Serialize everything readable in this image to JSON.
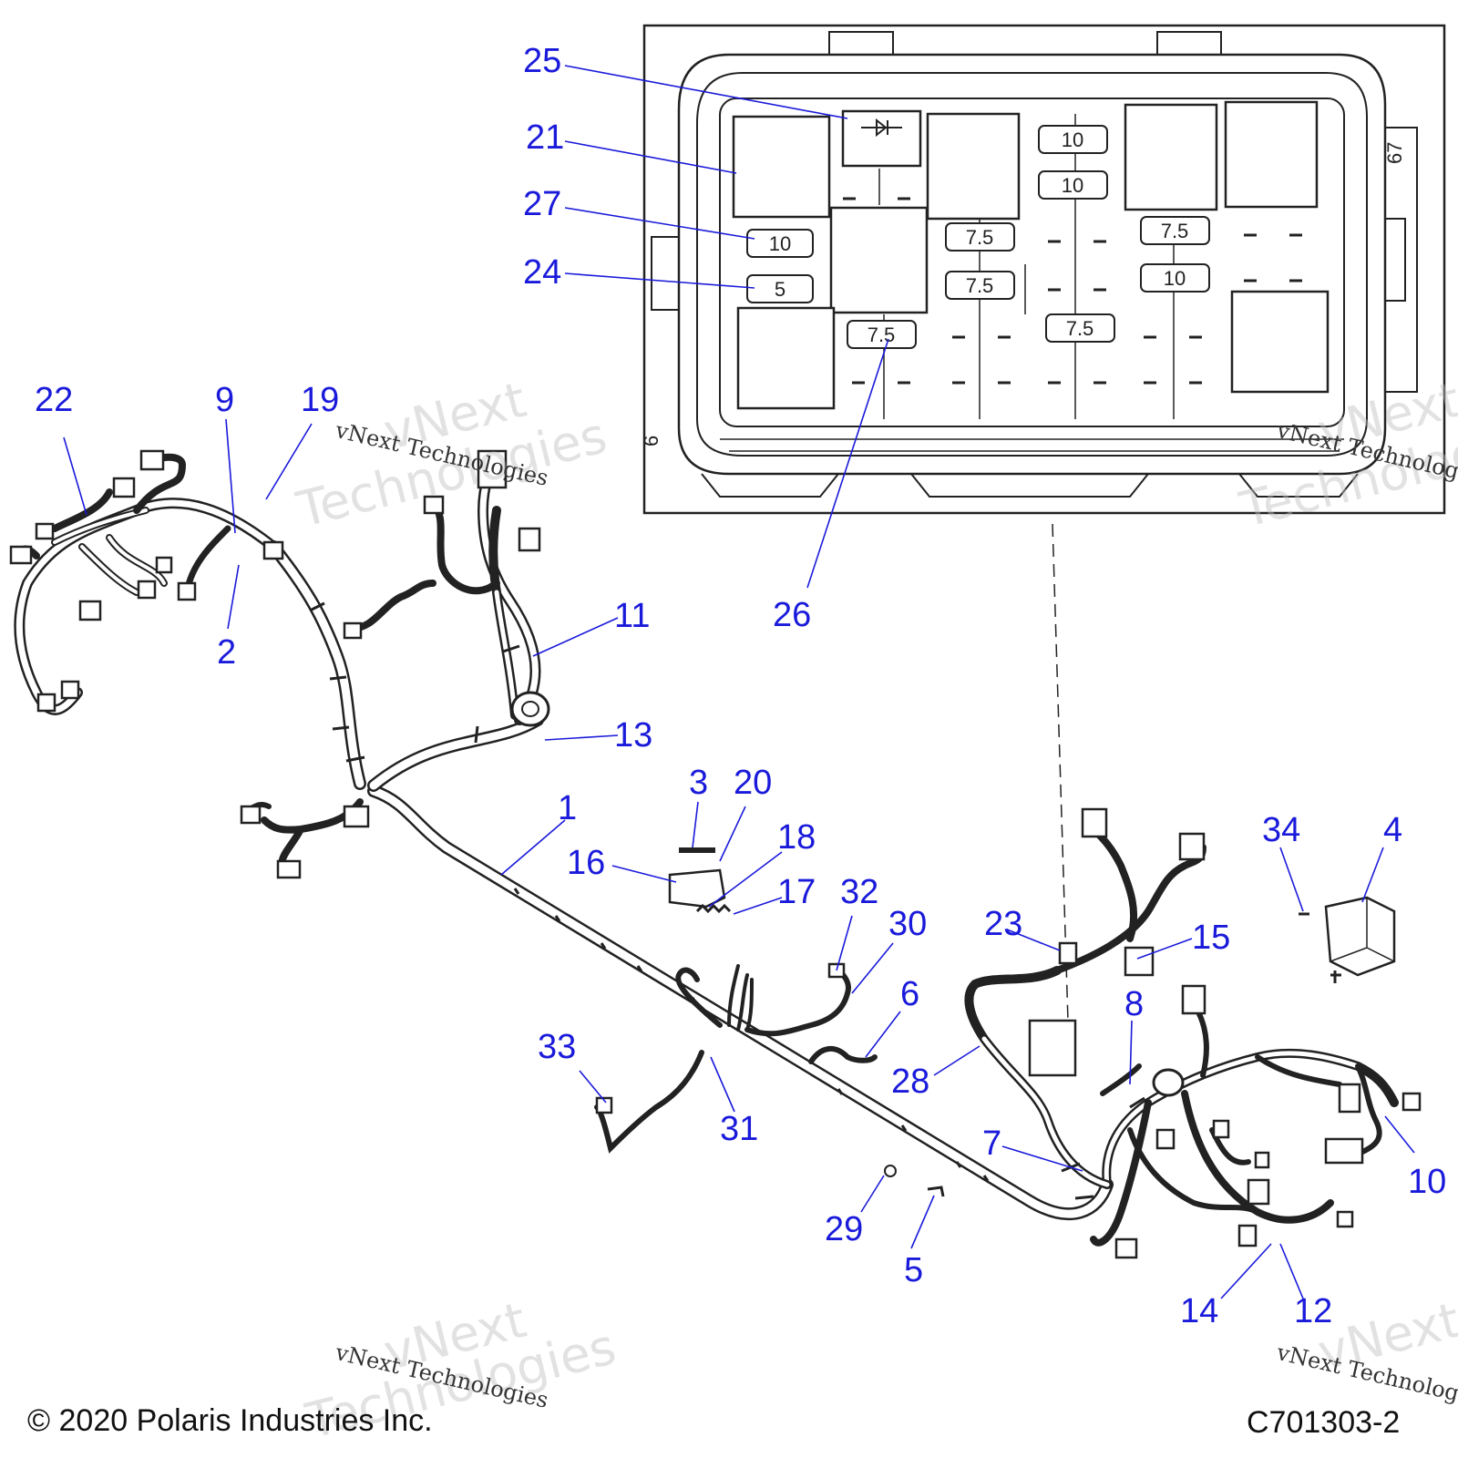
{
  "callouts": {
    "c25": "25",
    "c21": "21",
    "c27": "27",
    "c24": "24",
    "c26": "26",
    "c22": "22",
    "c9": "9",
    "c19": "19",
    "c2": "2",
    "c11": "11",
    "c13": "13",
    "c1": "1",
    "c3": "3",
    "c20": "20",
    "c16": "16",
    "c18": "18",
    "c17": "17",
    "c32": "32",
    "c30": "30",
    "c23": "23",
    "c15": "15",
    "c34": "34",
    "c4": "4",
    "c6": "6",
    "c8": "8",
    "c28": "28",
    "c33": "33",
    "c31": "31",
    "c7": "7",
    "c10": "10",
    "c29": "29",
    "c5": "5",
    "c14": "14",
    "c12": "12"
  },
  "fuse_box": {
    "fuses": [
      "10",
      "10",
      "10",
      "5",
      "7.5",
      "7.5",
      "7.5",
      "7.5",
      "7.5",
      "10"
    ],
    "side_marks": [
      "67",
      "6"
    ]
  },
  "footer": {
    "copyright": "© 2020 Polaris Industries Inc.",
    "figure_code": "C701303-2"
  },
  "watermark": {
    "line": "vNext Technologies",
    "word1": "vNext",
    "word2": "Technologies"
  },
  "colors": {
    "callout": "#1a1adb",
    "line": "#1a1adb",
    "drawing": "#222222"
  }
}
